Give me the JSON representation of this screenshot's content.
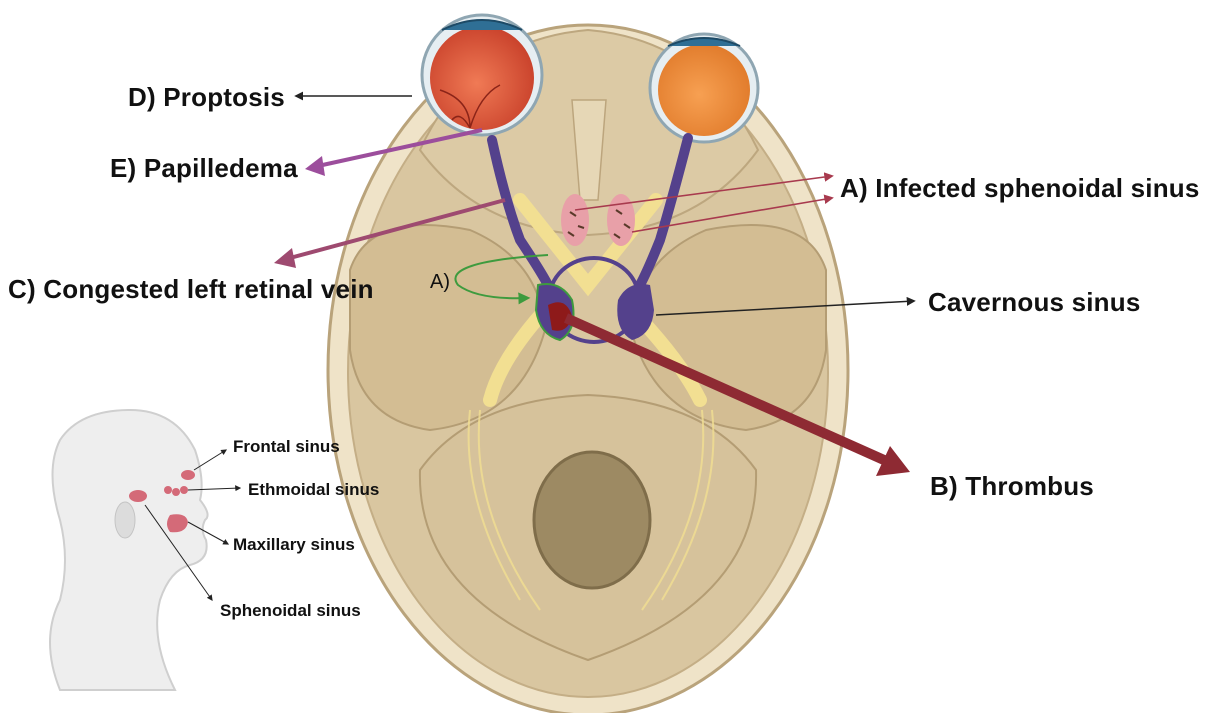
{
  "labels": {
    "proptosis": "D) Proptosis",
    "papilledema": "E) Papilledema",
    "infected_sphenoidal_sinus": "A) Infected sphenoidal sinus",
    "congested_retinal_vein": "C) Congested left retinal vein",
    "cavernous_sinus": "Cavernous sinus",
    "thrombus": "B) Thrombus",
    "a_marker": "A)",
    "frontal_sinus": "Frontal sinus",
    "ethmoidal_sinus": "Ethmoidal sinus",
    "maxillary_sinus": "Maxillary sinus",
    "sphenoidal_sinus": "Sphenoidal sinus"
  },
  "colors": {
    "bone": "#d9c6a0",
    "bone_dark": "#b9a37b",
    "nerve": "#f2df92",
    "vein": "#54418c",
    "arrow_red": "#a83a4e",
    "arrow_purple": "#9c4e9c",
    "arrow_dark_red": "#8e2a33",
    "arrow_green": "#3e9b3e",
    "sinus_pink": "#e8a0a8",
    "left_eye": "#e0573a",
    "right_eye": "#ee8a3a"
  }
}
